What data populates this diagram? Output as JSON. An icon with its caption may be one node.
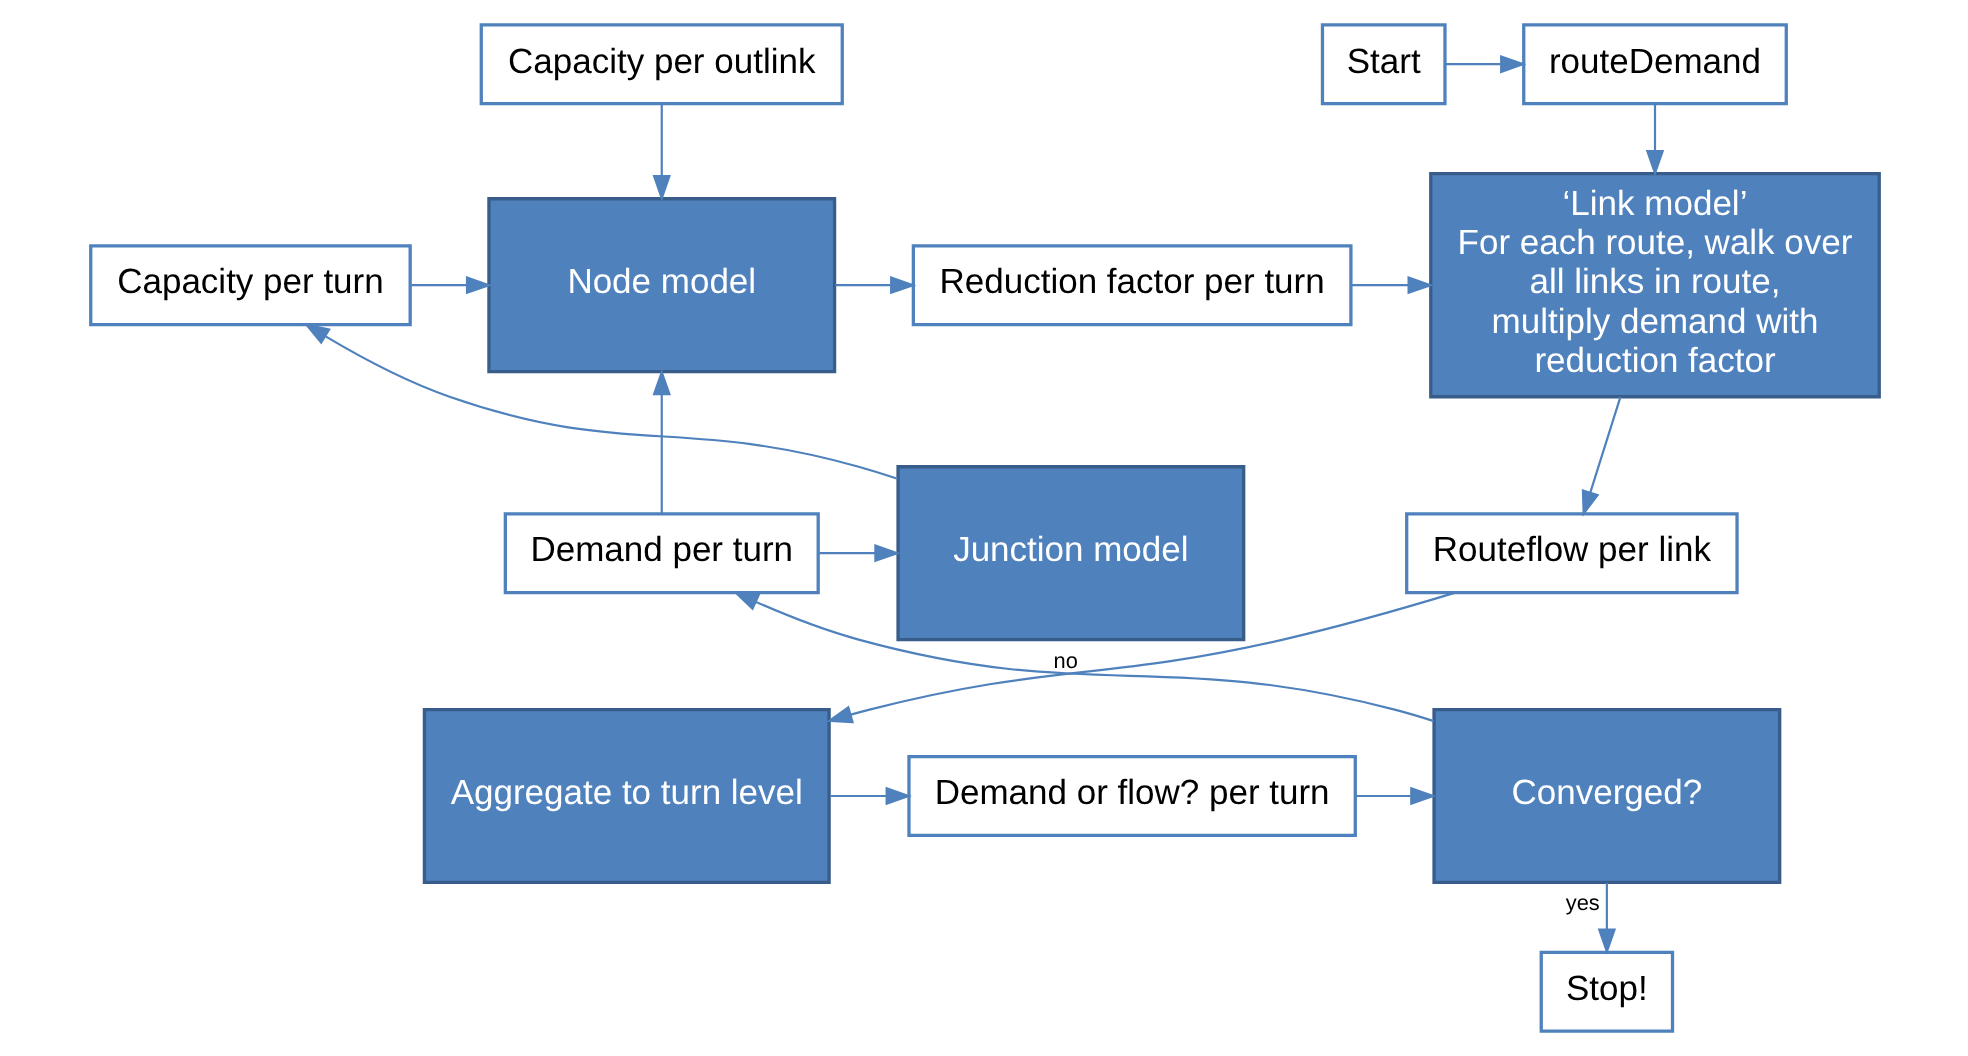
{
  "diagram": {
    "nodes": [
      {
        "text": [
          "Start"
        ]
      },
      {
        "text": [
          "routeDemand"
        ]
      },
      {
        "text": [
          "Capacity per outlink"
        ]
      },
      {
        "text": [
          "Capacity per turn"
        ]
      },
      {
        "text": [
          "Node model"
        ]
      },
      {
        "text": [
          "Reduction factor per turn"
        ]
      },
      {
        "text": [
          "‘Link model’",
          "For each route, walk over all links in route, multiply demand with reduction factor"
        ]
      },
      {
        "text": [
          "Junction model"
        ]
      },
      {
        "text": [
          "Demand per turn"
        ]
      },
      {
        "text": [
          "Routeflow per link"
        ]
      },
      {
        "text": [
          "Converged?"
        ]
      },
      {
        "text": [
          "Demand or flow? per turn"
        ]
      },
      {
        "text": [
          "Aggregate to turn level"
        ]
      },
      {
        "text": [
          "Stop!"
        ]
      }
    ],
    "edges": [
      {
        "from": 0,
        "to": 1,
        "arrow": "to"
      },
      {
        "from": 1,
        "to": 6,
        "arrow": "to"
      },
      {
        "from": 2,
        "to": 4,
        "arrow": "to"
      },
      {
        "from": 3,
        "to": 4,
        "arrow": "to"
      },
      {
        "from": 4,
        "to": 5,
        "arrow": "to"
      },
      {
        "from": 5,
        "to": 6,
        "arrow": "to"
      },
      {
        "from": 7,
        "to": 3,
        "arrow": "to"
      },
      {
        "from": 8,
        "to": 7,
        "arrow": "to"
      },
      {
        "from": 8,
        "to": 4,
        "arrow": "to"
      },
      {
        "from": 6,
        "to": 9,
        "arrow": "to"
      },
      {
        "from": 9,
        "to": 12,
        "arrow": "to"
      },
      {
        "from": 12,
        "to": 11,
        "arrow": "to"
      },
      {
        "from": 11,
        "to": 10,
        "arrow": "to"
      },
      {
        "from": 10,
        "to": 8,
        "label": "no",
        "arrow": "to"
      },
      {
        "from": 10,
        "to": 13,
        "label": "yes",
        "arrow": "to"
      }
    ]
  }
}
